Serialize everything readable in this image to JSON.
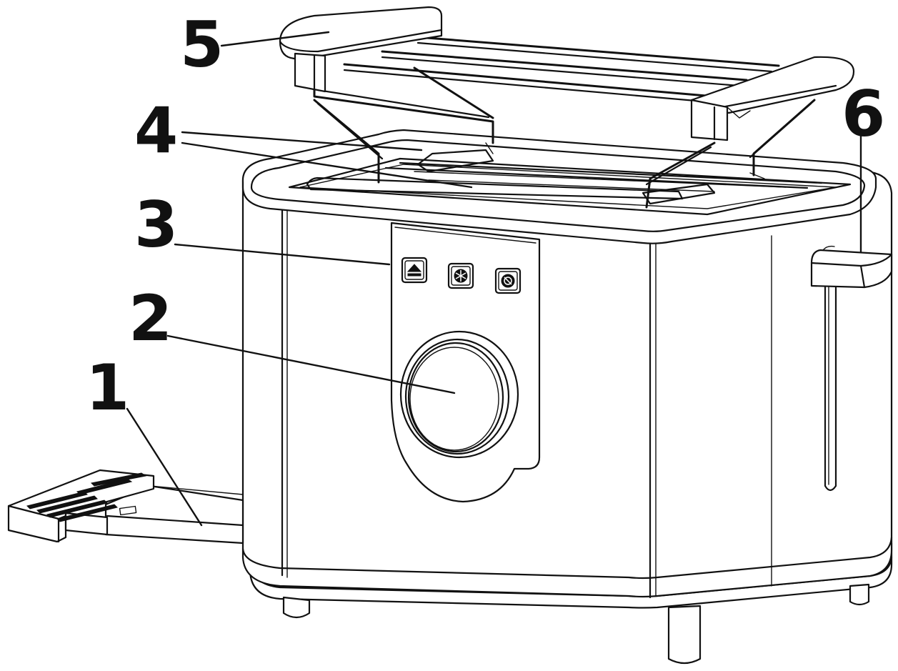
{
  "callouts": [
    {
      "id": "1",
      "label": "1"
    },
    {
      "id": "2",
      "label": "2"
    },
    {
      "id": "3",
      "label": "3"
    },
    {
      "id": "4",
      "label": "4"
    },
    {
      "id": "5",
      "label": "5"
    },
    {
      "id": "6",
      "label": "6"
    }
  ],
  "icons": {
    "button_a": "eject-icon",
    "button_b": "snowflake-icon",
    "button_c": "reheat-icon"
  },
  "colors": {
    "line": "#111111",
    "background": "#ffffff"
  }
}
